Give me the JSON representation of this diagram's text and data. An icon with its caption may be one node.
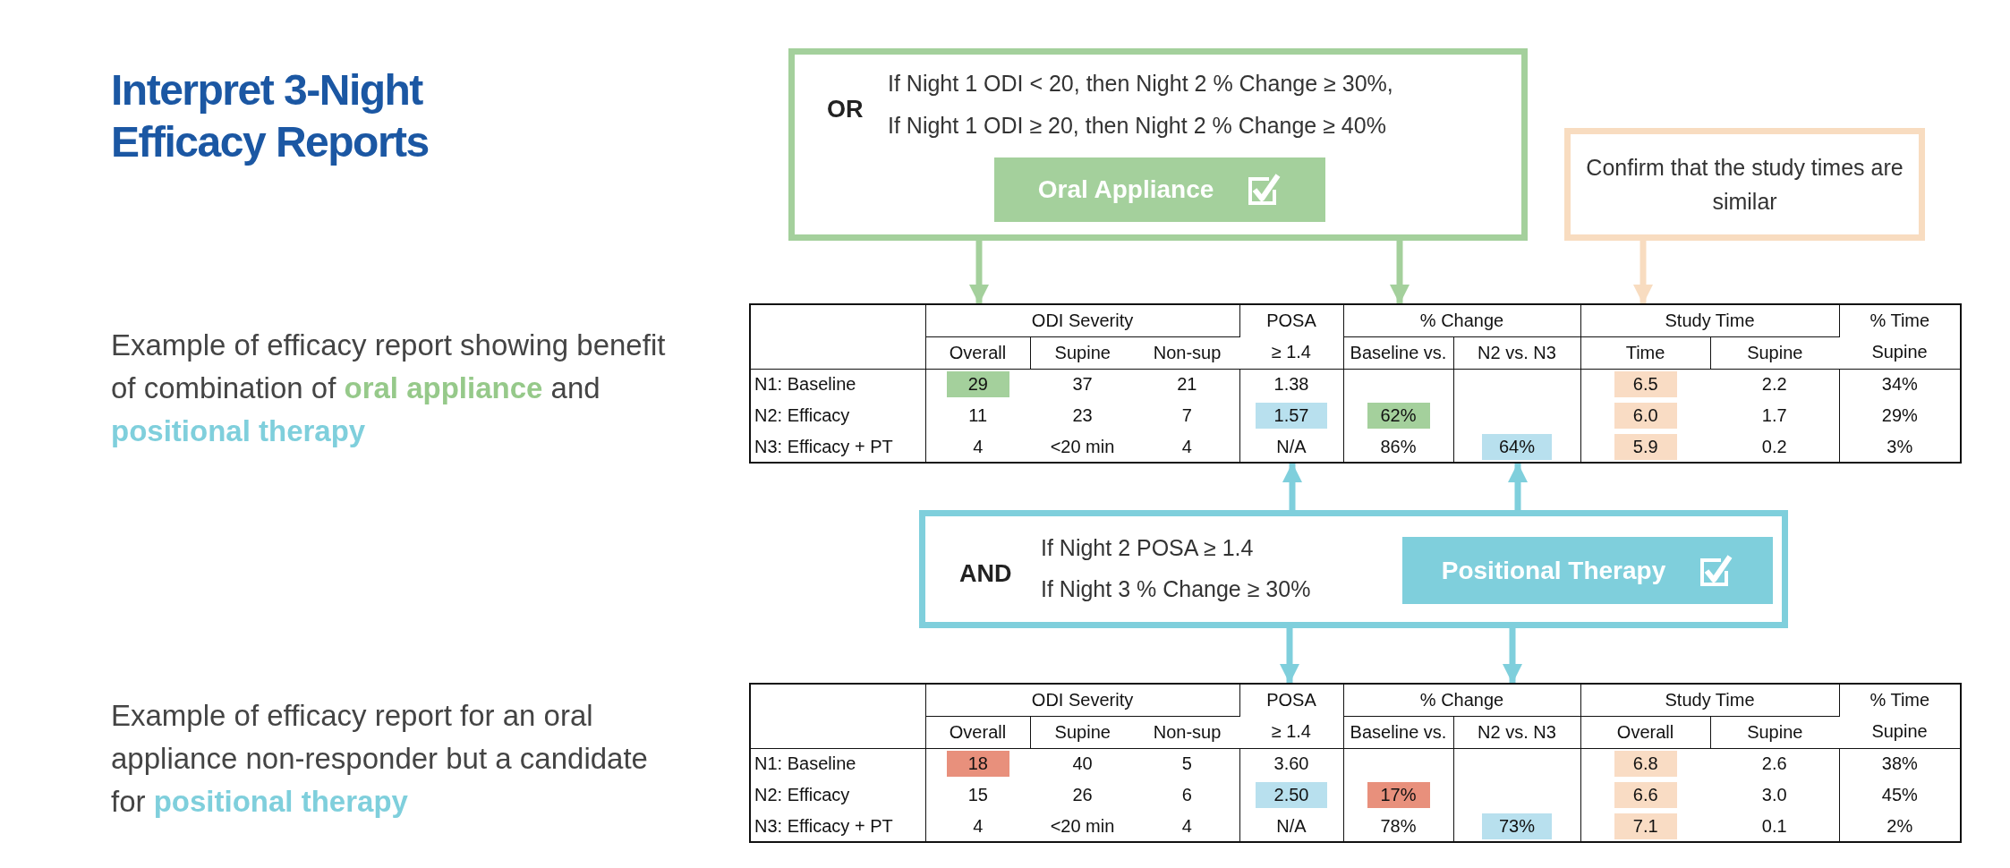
{
  "diagram": {
    "title": "Interpret 3-Night Efficacy Reports",
    "nodes": [
      {
        "text": [
          "OR",
          "If Night 1 ODI < 20, then Night 2 % Change ≥ 30%,",
          "If Night 1 ODI ≥ 20, then Night 2 % Change ≥ 40%"
        ]
      },
      {
        "text": [
          "Oral Appliance"
        ],
        "in": 0
      },
      {
        "text": [
          "Confirm that the study times are similar"
        ]
      },
      {
        "text": [
          "ODI Severity"
        ]
      },
      {
        "text": [
          "% Change"
        ]
      },
      {
        "text": [
          "Study Time"
        ]
      },
      {
        "text": [
          "N/A"
        ]
      },
      {
        "text": [
          "64%"
        ]
      },
      {
        "text": [
          "AND",
          "If Night 2 POSA ≥ 1.4",
          "If Night 3 % Change ≥ 30%"
        ]
      },
      {
        "text": [
          "Positional Therapy"
        ],
        "in": 8
      },
      {
        "text": [
          "POSA"
        ]
      },
      {
        "text": [
          "% Change"
        ]
      }
    ],
    "edges": [
      {
        "from": 0,
        "to": 3,
        "arrow": "to",
        "color": "#a4d09c"
      },
      {
        "from": 0,
        "to": 4,
        "arrow": "to",
        "color": "#a4d09c"
      },
      {
        "from": 2,
        "to": 5,
        "arrow": "to",
        "color": "#f8dcc0"
      },
      {
        "from": 8,
        "to": 6,
        "arrow": "to"
      },
      {
        "from": 8,
        "to": 7,
        "arrow": "to"
      },
      {
        "from": 8,
        "to": 10,
        "arrow": "to"
      },
      {
        "from": 8,
        "to": 11,
        "arrow": "to"
      }
    ],
    "labels": [
      "Example of efficacy report showing benefit of combination of **oral appliance** and **positional therapy**",
      "Example of efficacy report for an oral appliance non-responder but a candidate for **positional therapy**",
      "POSA",
      "% Time",
      "Overall",
      "Supine",
      "Non-sup",
      "≥ 1.4",
      "Baseline vs.",
      "N2 vs. N3",
      "Time",
      "Supine",
      "Supine",
      "N1: Baseline",
      "29",
      "37",
      "21",
      "1.38",
      "6.5",
      "2.2",
      "34%",
      "N2: Efficacy",
      "11",
      "23",
      "7",
      "1.57",
      "62%",
      "6.0",
      "1.7",
      "29%",
      "N3: Efficacy + PT",
      "4",
      "<20 min",
      "4",
      "86%",
      "5.9",
      "0.2",
      "3%",
      "ODI Severity",
      "Study Time",
      "% Time",
      "Overall",
      "Supine",
      "Non-sup",
      "≥ 1.4",
      "Baseline vs.",
      "N2 vs. N3",
      "Overall",
      "Supine",
      "Supine",
      "N1: Baseline",
      "18",
      "40",
      "5",
      "3.60",
      "6.8",
      "2.6",
      "38%",
      "N2: Efficacy",
      "15",
      "26",
      "6",
      "2.50",
      "17%",
      "6.6",
      "3.0",
      "45%",
      "N3: Efficacy + PT",
      "4",
      "<20 min",
      "4",
      "N/A",
      "78%",
      "73%",
      "7.1",
      "0.1",
      "2%"
    ]
  }
}
